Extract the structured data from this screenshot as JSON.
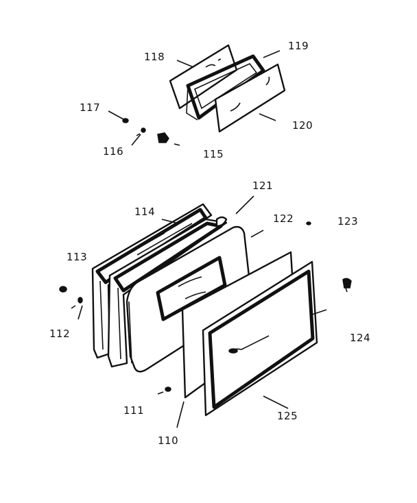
{
  "diagram": {
    "labels": {
      "l110": "110",
      "l111": "111",
      "l112": "112",
      "l113": "113",
      "l114": "114",
      "l115": "115",
      "l116": "116",
      "l117": "117",
      "l118": "118",
      "l119": "119",
      "l120": "120",
      "l121": "121",
      "l122": "122",
      "l123": "123",
      "l124": "124",
      "l125": "125"
    }
  }
}
